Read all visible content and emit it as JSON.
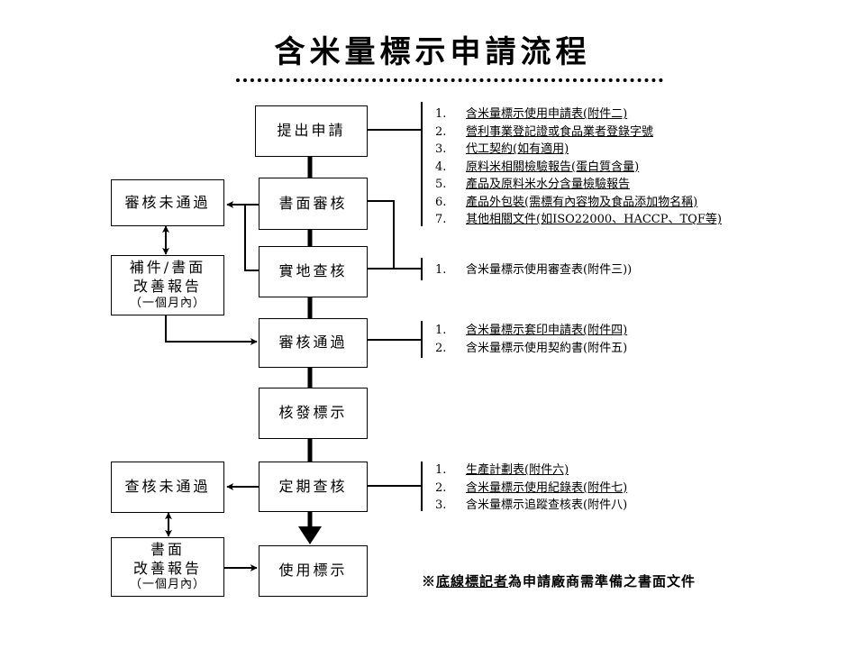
{
  "title": "含米量標示申請流程",
  "main_steps": [
    "提出申請",
    "書面審核",
    "實地查核",
    "審核通過",
    "核發標示",
    "定期查核",
    "使用標示"
  ],
  "side_boxes": {
    "review_failed": "審核未通過",
    "supplement_lines": [
      "補件/書面",
      "改善報告"
    ],
    "supplement_note": "（一個月內）",
    "inspection_failed": "查核未通過",
    "improve_lines": [
      "書面",
      "改善報告"
    ],
    "improve_note": "（一個月內）"
  },
  "lists": {
    "application_docs": [
      {
        "num": "1.",
        "text": "含米量標示使用申請表(附件二)",
        "underlined": true
      },
      {
        "num": "2.",
        "text": "營利事業登記證或食品業者登錄字號",
        "underlined": true
      },
      {
        "num": "3.",
        "text": "代工契約(如有適用)",
        "underlined": true
      },
      {
        "num": "4.",
        "text": "原料米相關檢驗報告(蛋白質含量)",
        "underlined": true
      },
      {
        "num": "5.",
        "text": "產品及原料米水分含量檢驗報告",
        "underlined": true
      },
      {
        "num": "6.",
        "text": "產品外包裝(需標有內容物及食品添加物名稱)",
        "underlined": true
      },
      {
        "num": "7.",
        "text": "其他相關文件(如ISO22000、HACCP、TQF等)",
        "underlined": true
      }
    ],
    "inspection_docs": [
      {
        "num": "1.",
        "text": "含米量標示使用審查表(附件三))",
        "underlined": false
      }
    ],
    "approval_docs": [
      {
        "num": "1.",
        "text": "含米量標示套印申請表(附件四)",
        "underlined": true
      },
      {
        "num": "2.",
        "text": "含米量標示使用契約書(附件五)",
        "underlined": false
      }
    ],
    "periodic_docs": [
      {
        "num": "1.",
        "text": "生產計劃表(附件六)",
        "underlined": true
      },
      {
        "num": "2.",
        "text": "含米量標示使用紀錄表(附件七)",
        "underlined": true
      },
      {
        "num": "3.",
        "text": "含米量標示追蹤查核表(附件八)",
        "underlined": false
      }
    ]
  },
  "note": {
    "mark": "※",
    "underlined_part": "底線標記者",
    "rest": "為申請廠商需準備之書面文件"
  }
}
